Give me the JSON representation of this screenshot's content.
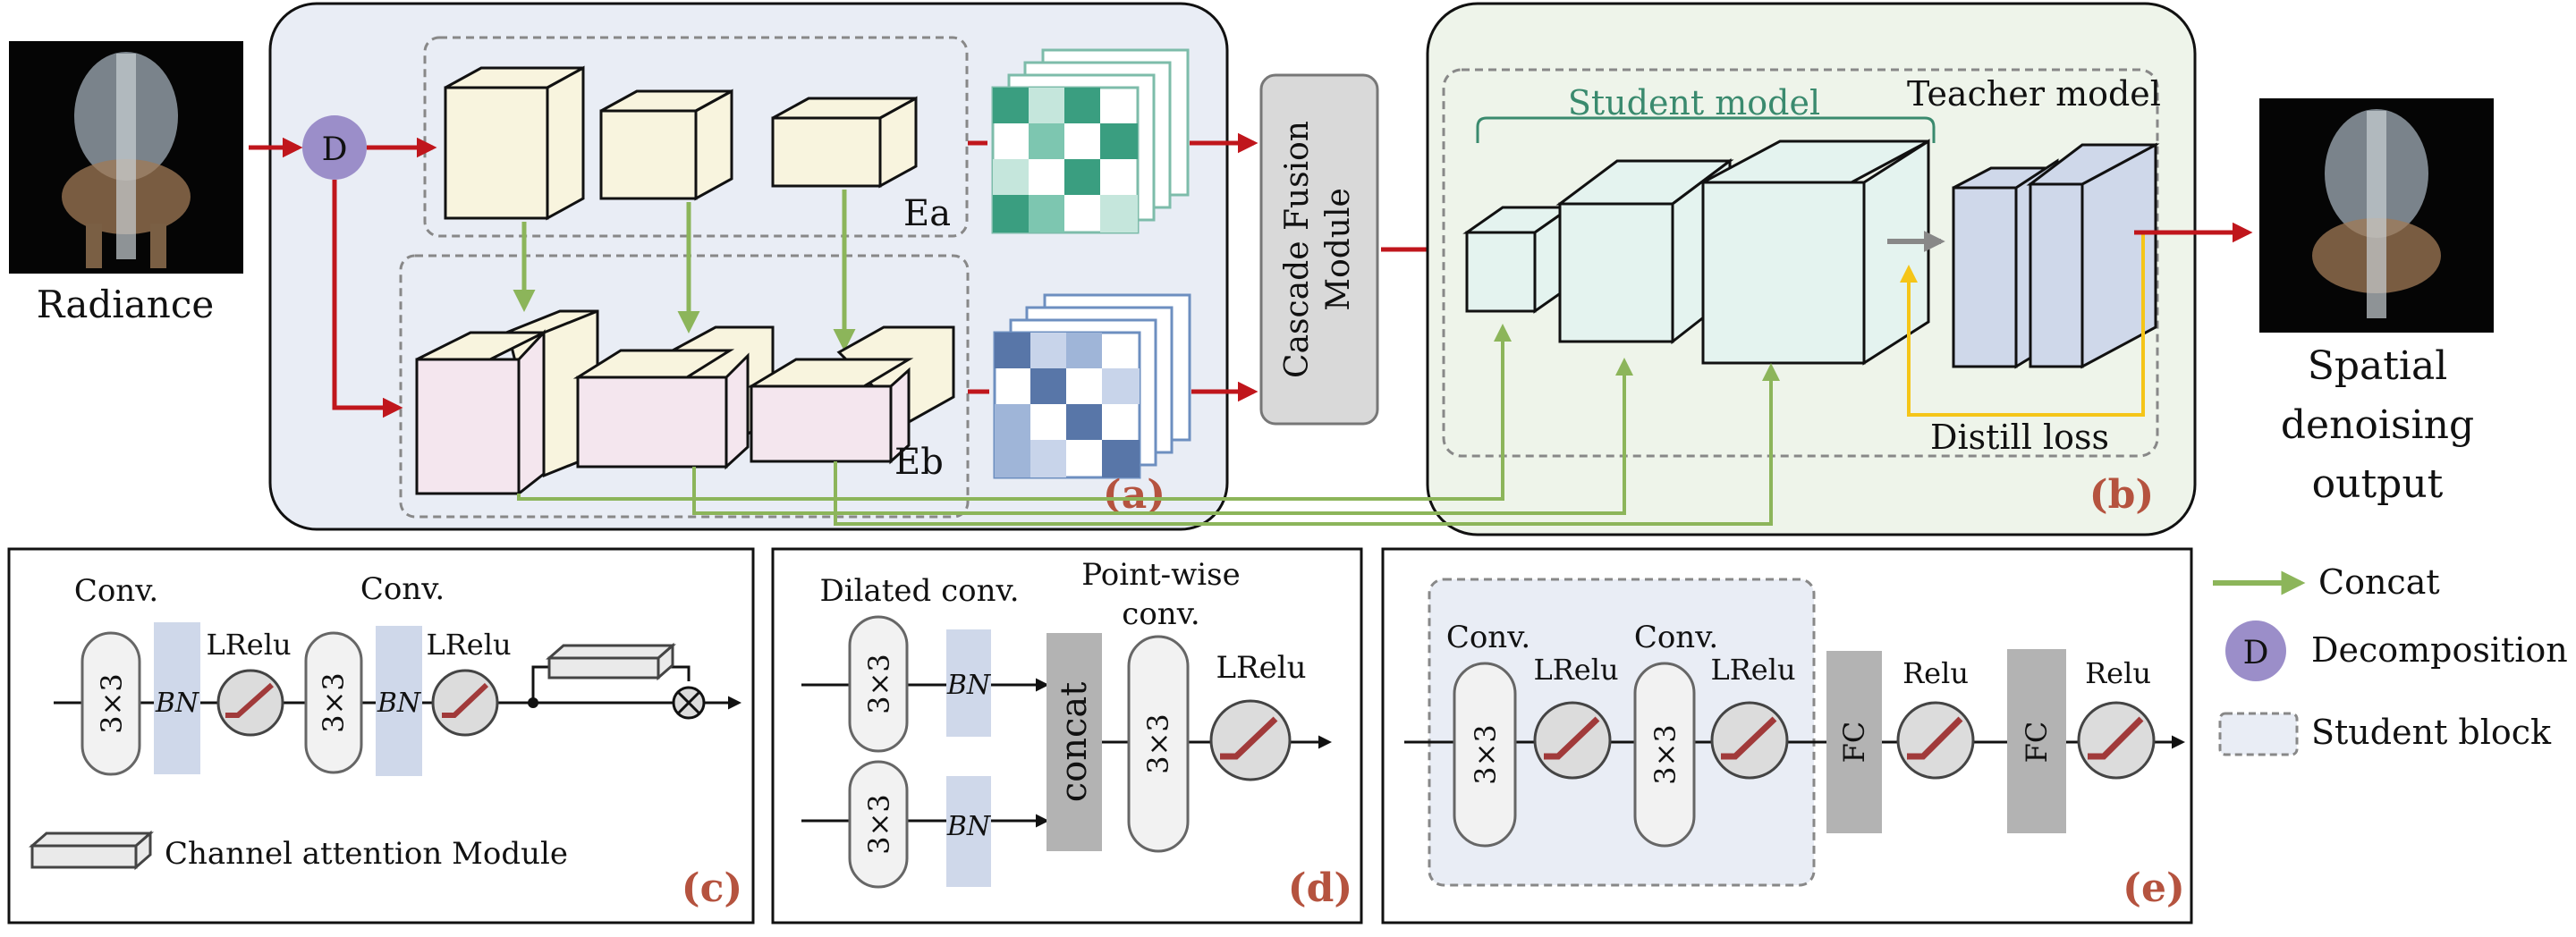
{
  "left_input": {
    "label": "Radiance"
  },
  "right_output": {
    "label_lines": [
      "Spatial",
      "denoising",
      "output"
    ]
  },
  "panel_a": {
    "decomposition_symbol": "D",
    "encoder_a_label": "Ea",
    "encoder_b_label": "Eb",
    "caption": "(a)"
  },
  "cascade_fusion": {
    "label_lines": [
      "Cascade Fusion",
      "Module"
    ]
  },
  "panel_b": {
    "student_label": "Student model",
    "teacher_label": "Teacher model",
    "distill_label": "Distill loss",
    "caption": "(b)"
  },
  "panel_c": {
    "conv1_label": "Conv.",
    "conv2_label": "Conv.",
    "kernel_label": "3×3",
    "bn_label": "BN",
    "lrelu1_label": "LRelu",
    "lrelu2_label": "LRelu",
    "channel_attention_label": "Channel attention Module",
    "caption": "(c)"
  },
  "panel_d": {
    "dilated_label": "Dilated conv.",
    "pointwise_lines": [
      "Point-wise",
      "conv."
    ],
    "kernel_label": "3×3",
    "bn_label": "BN",
    "concat_label": "concat",
    "lrelu_label": "LRelu",
    "caption": "(d)"
  },
  "panel_e": {
    "conv1_label": "Conv.",
    "conv2_label": "Conv.",
    "kernel_label": "3×3",
    "lrelu1_label": "LRelu",
    "lrelu2_label": "LRelu",
    "fc_label": "FC",
    "relu1_label": "Relu",
    "relu2_label": "Relu",
    "caption": "(e)"
  },
  "legend": {
    "concat_label": "Concat",
    "decomposition_symbol": "D",
    "decomposition_label": "Decomposition",
    "student_block_label": "Student block"
  },
  "colors": {
    "red_arrow": "#c0161c",
    "green_arrow": "#8cb55a",
    "yellow_arrow": "#f5c518",
    "decomp_circle": "#9b8ec9",
    "panel_a_bg": "#e9edf5",
    "panel_b_bg": "#eef4ea",
    "cream": "#f8f4de",
    "pink": "#f4e6ee",
    "mint": "#e4f3ef",
    "blue": "#cfd8ea",
    "caption": "#b5533f"
  }
}
